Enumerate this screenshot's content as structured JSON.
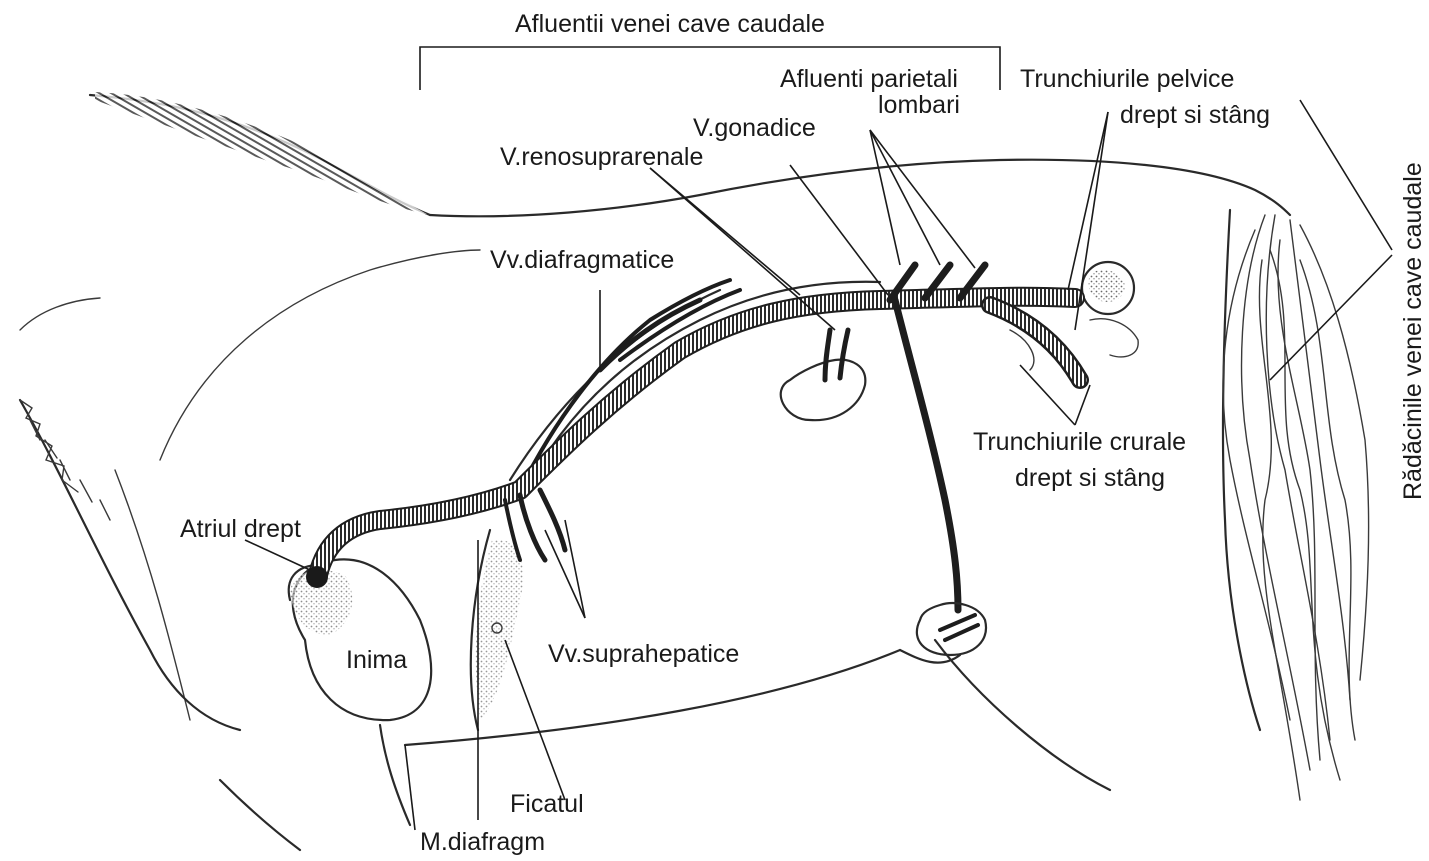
{
  "labels": {
    "bracket_title": "Afluentii venei cave caudale",
    "parietal_1": "Afluenti parietali",
    "parietal_2": "lombari",
    "pelvic_1": "Trunchiurile pelvice",
    "pelvic_2": "drept si stâng",
    "gonadal": "V.gonadice",
    "renal": "V.renosuprarenale",
    "diaphragmatic": "Vv.diafragmatice",
    "right_atrium": "Atriul drept",
    "heart": "Inima",
    "hepatic": "Vv.suprahepatice",
    "crural_1": "Trunchiurile crurale",
    "crural_2": "drept si stâng",
    "liver": "Ficatul",
    "diaphragm": "M.diafragm",
    "roots": "Rădăcinile venei cave caudale"
  },
  "colors": {
    "ink": "#1a1a1a",
    "background": "#ffffff"
  }
}
